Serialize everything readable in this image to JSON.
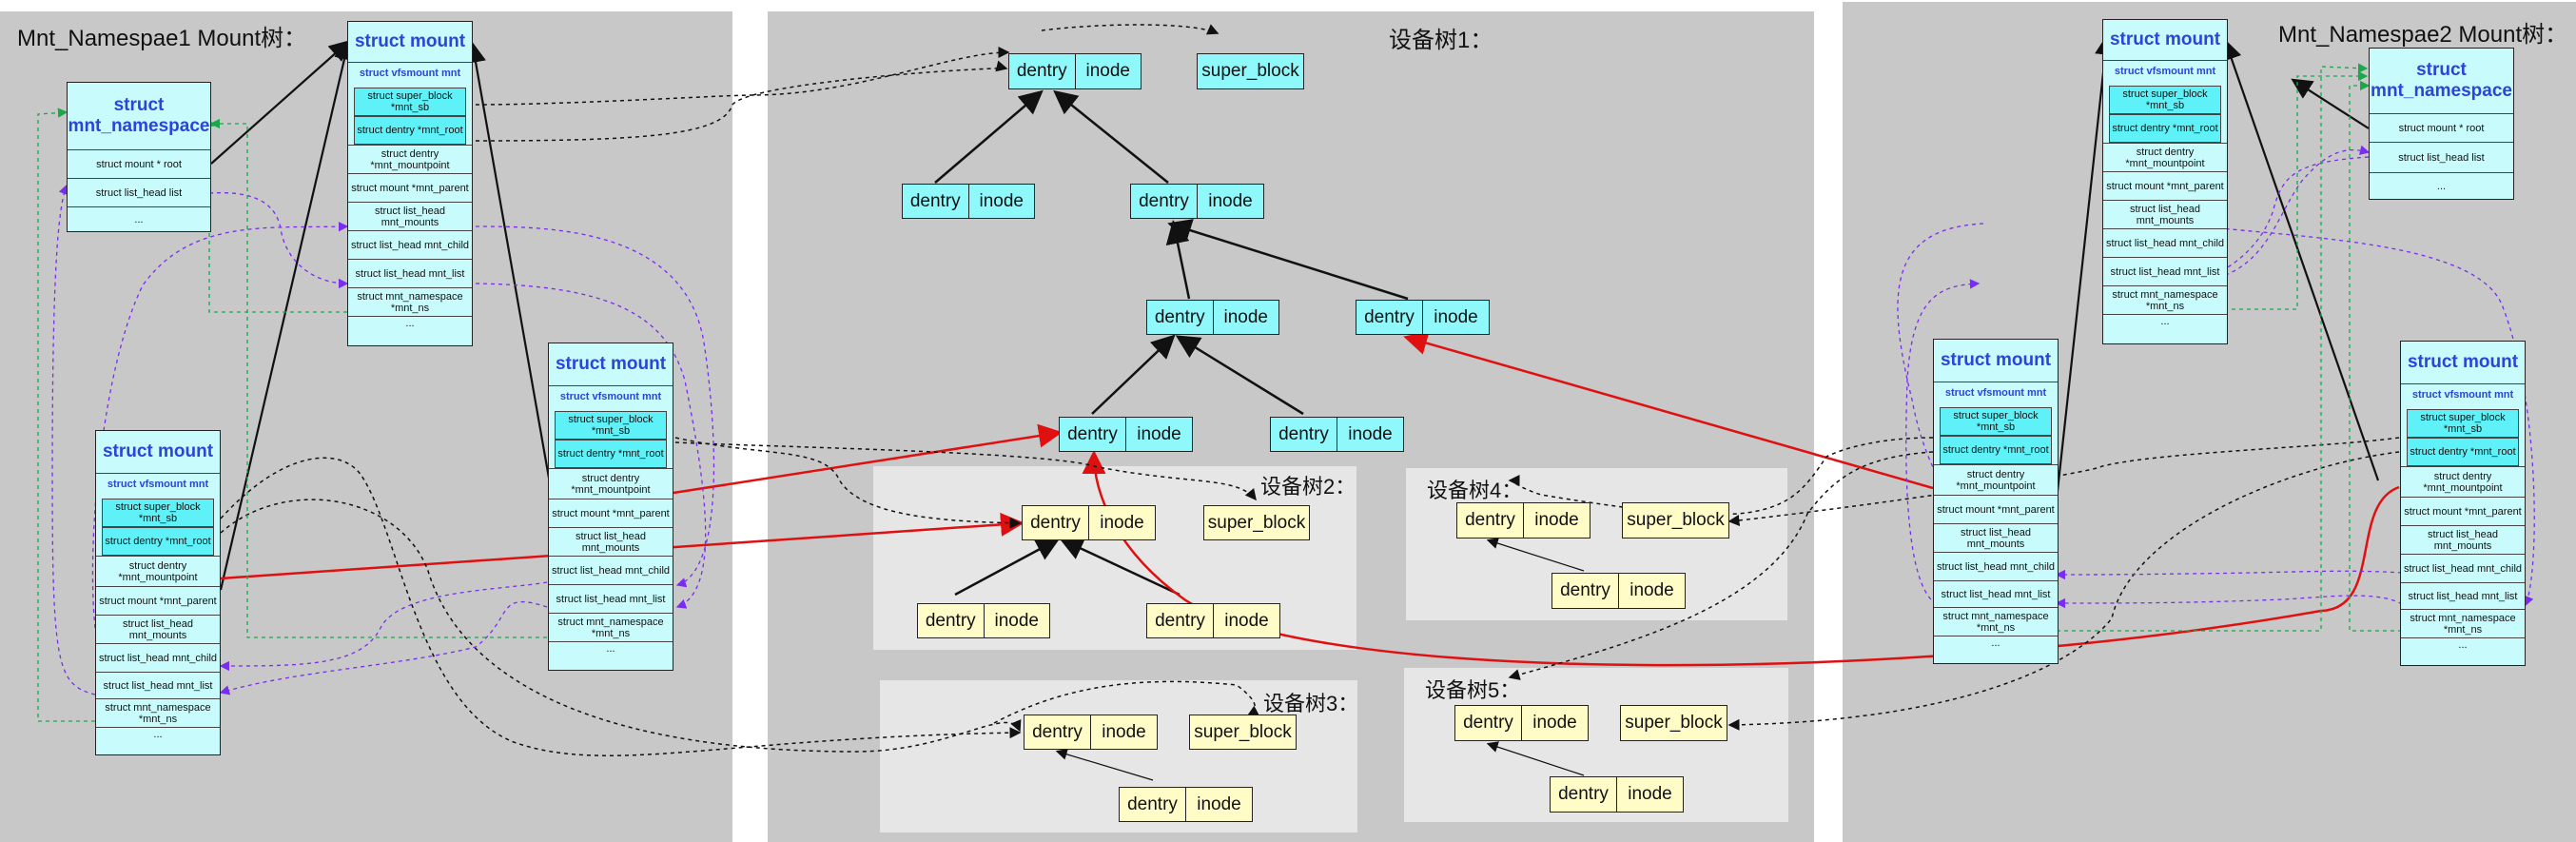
{
  "panels": {
    "left_title": "Mnt_Namespae1  Mount树：",
    "center_title": "设备树1：",
    "right_title": "Mnt_Namespae2  Mount树：",
    "dev2_title": "设备树2：",
    "dev3_title": "设备树3：",
    "dev4_title": "设备树4：",
    "dev5_title": "设备树5："
  },
  "labels": {
    "dentry": "dentry",
    "inode": "inode",
    "super_block": "super_block"
  },
  "struct_mount": {
    "head": "struct mount",
    "vfs": "struct vfsmount mnt",
    "mnt_sb": "struct super_block *mnt_sb",
    "mnt_root": "struct dentry *mnt_root",
    "mountpoint": "struct dentry *mnt_mountpoint",
    "parent": "struct mount *mnt_parent",
    "mounts": "struct list_head mnt_mounts",
    "child": "struct list_head mnt_child",
    "mnt_list": "struct list_head mnt_list",
    "mnt_ns": "struct mnt_namespace *mnt_ns",
    "more": "..."
  },
  "mnt_namespace": {
    "head": "struct mnt_namespace",
    "root": "struct mount * root",
    "list": "struct list_head list",
    "more": "..."
  },
  "colors": {
    "panel_gray": "#c8c8c8",
    "panel_light": "#e6e6e6",
    "cyan_node": "#8ff8fb",
    "yellow_node": "#fffcc8",
    "struct_bg": "#c8fbfc",
    "struct_title": "#2a45d8",
    "red_line": "#e01010",
    "purple_line": "#7a2cf0",
    "green_line": "#1aa84a"
  }
}
